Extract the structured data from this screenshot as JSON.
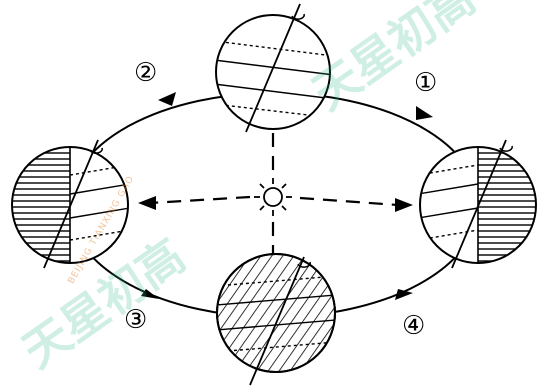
{
  "labels": {
    "one": "①",
    "two": "②",
    "three": "③",
    "four": "④"
  },
  "watermark": {
    "main": "天星初高",
    "small": "BEIJING TIANXING GAO"
  },
  "colors": {
    "ink": "#000000",
    "watermark_green": "#2eb88a",
    "watermark_orange": "#e07a20"
  },
  "icons": [
    "sun-icon",
    "earth-globe-icon",
    "rotation-arrow-icon",
    "orbit-arrow-icon"
  ]
}
